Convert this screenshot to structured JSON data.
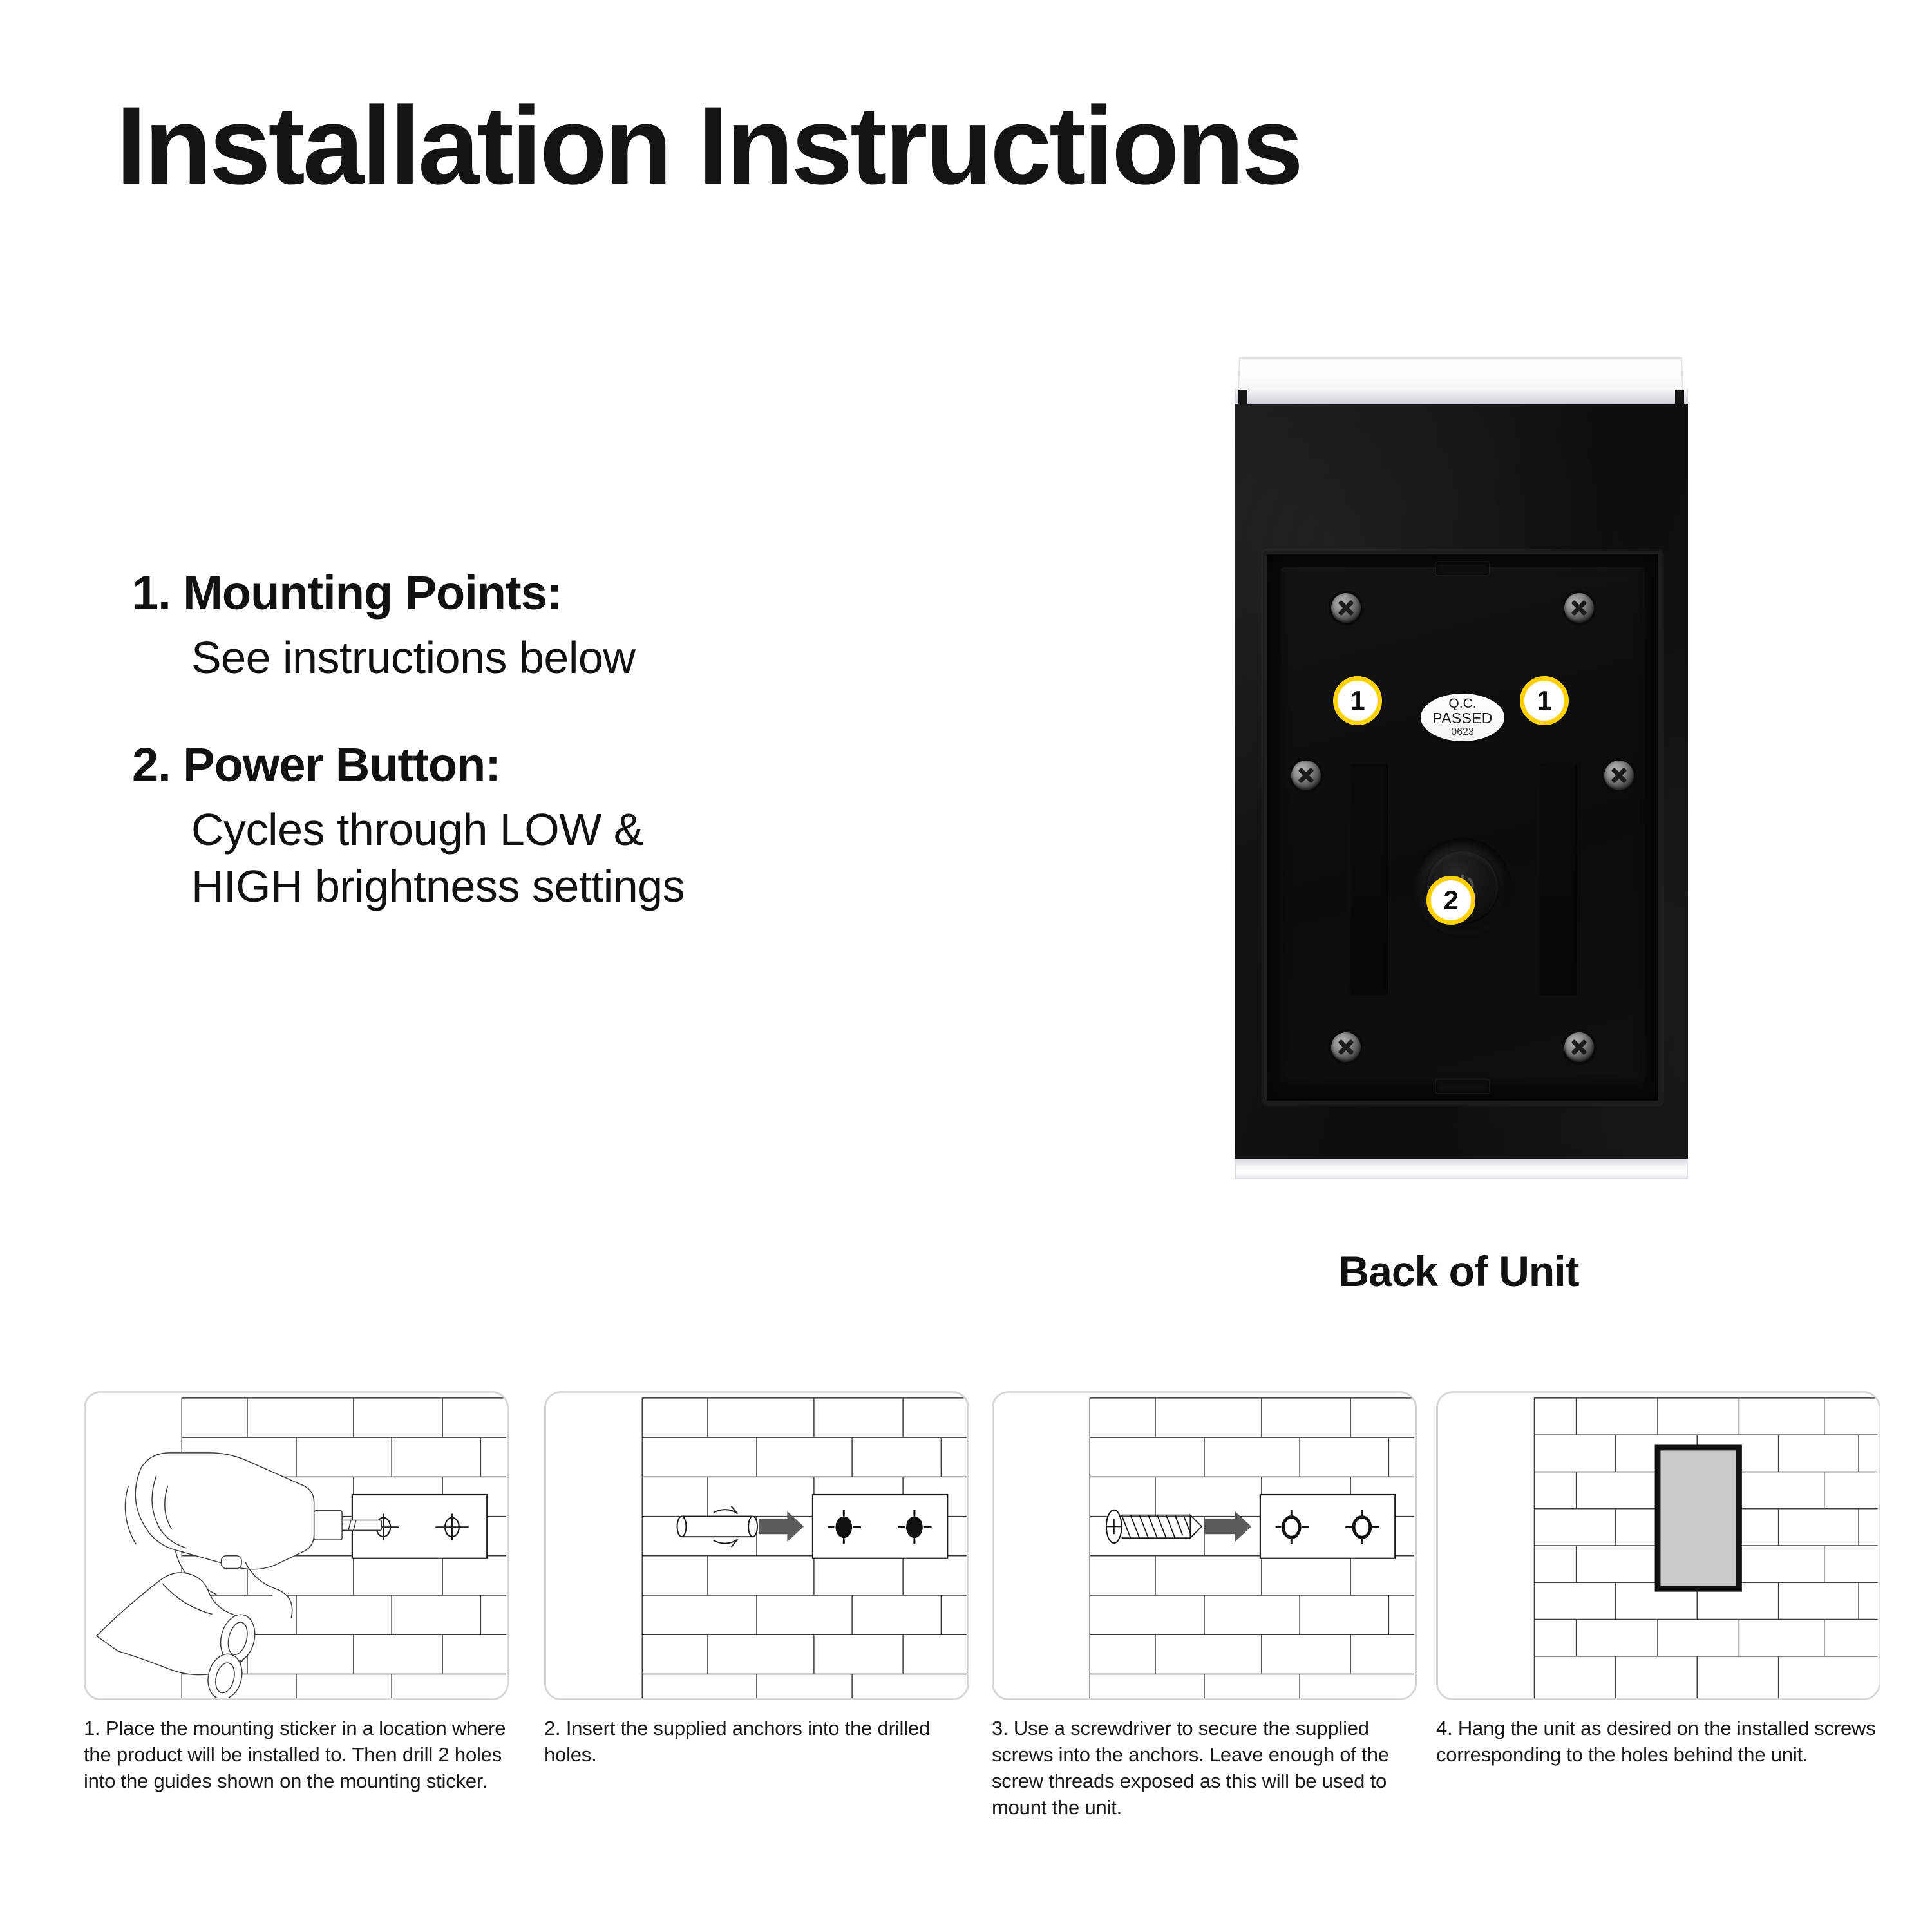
{
  "title": "Installation Instructions",
  "features": [
    {
      "heading": "1. Mounting Points:",
      "lines": [
        "See instructions below"
      ]
    },
    {
      "heading": "2. Power Button:",
      "lines": [
        "Cycles through LOW &",
        "HIGH brightness settings"
      ]
    }
  ],
  "product": {
    "caption": "Back of Unit",
    "qc_sticker": {
      "line1": "Q.C.",
      "line2": "PASSED",
      "line3": "0623"
    },
    "callouts": [
      {
        "label": "1",
        "name": "callout-badge-1-left"
      },
      {
        "label": "1",
        "name": "callout-badge-1-right"
      },
      {
        "label": "2",
        "name": "callout-badge-2-power"
      }
    ],
    "colors": {
      "badge_ring": "#FFD100",
      "badge_fill": "#FFFFFF",
      "housing": "#121212",
      "diffuser": "#FFFFFF"
    }
  },
  "steps": [
    {
      "number": "1",
      "caption": "1. Place the mounting sticker in a location where the product will be installed to. Then drill 2 holes into the guides shown on the mounting sticker.",
      "figure": "drill-and-sticker"
    },
    {
      "number": "2",
      "caption": "2. Insert the supplied anchors into the drilled holes.",
      "figure": "anchor-into-hole"
    },
    {
      "number": "3",
      "caption": "3. Use a screwdriver to secure the supplied screws into the anchors. Leave enough of the screw threads exposed as this will be used to mount the unit.",
      "figure": "screw-into-anchor"
    },
    {
      "number": "4",
      "caption": "4. Hang the unit  as desired on the installed screws  corresponding to the holes behind the unit.",
      "figure": "unit-hung-on-wall"
    }
  ]
}
